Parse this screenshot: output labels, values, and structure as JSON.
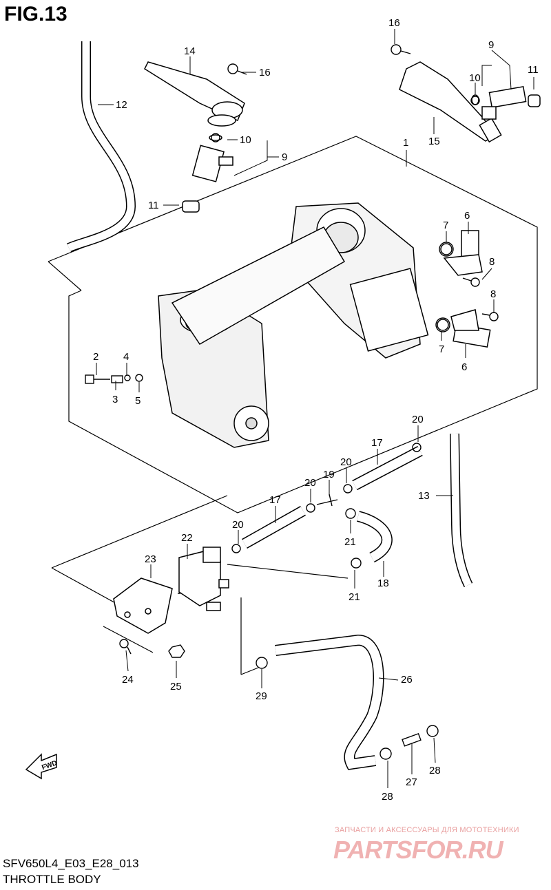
{
  "figure": {
    "title": "FIG.13",
    "code": "SFV650L4_E03_E28_013",
    "caption": "THROTTLE BODY"
  },
  "watermark": {
    "line1": "ЗАПЧАСТИ И АКСЕССУАРЫ ДЛЯ МОТОТЕХНИКИ",
    "line2": "PARTSFOR.RU",
    "color": "#f0b2b2"
  },
  "fwd_label": "FWD",
  "callouts": [
    "1",
    "2",
    "3",
    "4",
    "5",
    "6",
    "6",
    "7",
    "7",
    "8",
    "8",
    "9",
    "9",
    "10",
    "10",
    "11",
    "11",
    "12",
    "13",
    "14",
    "15",
    "16",
    "16",
    "17",
    "17",
    "18",
    "19",
    "20",
    "20",
    "20",
    "20",
    "21",
    "21",
    "22",
    "23",
    "24",
    "25",
    "26",
    "27",
    "28",
    "28",
    "29"
  ]
}
